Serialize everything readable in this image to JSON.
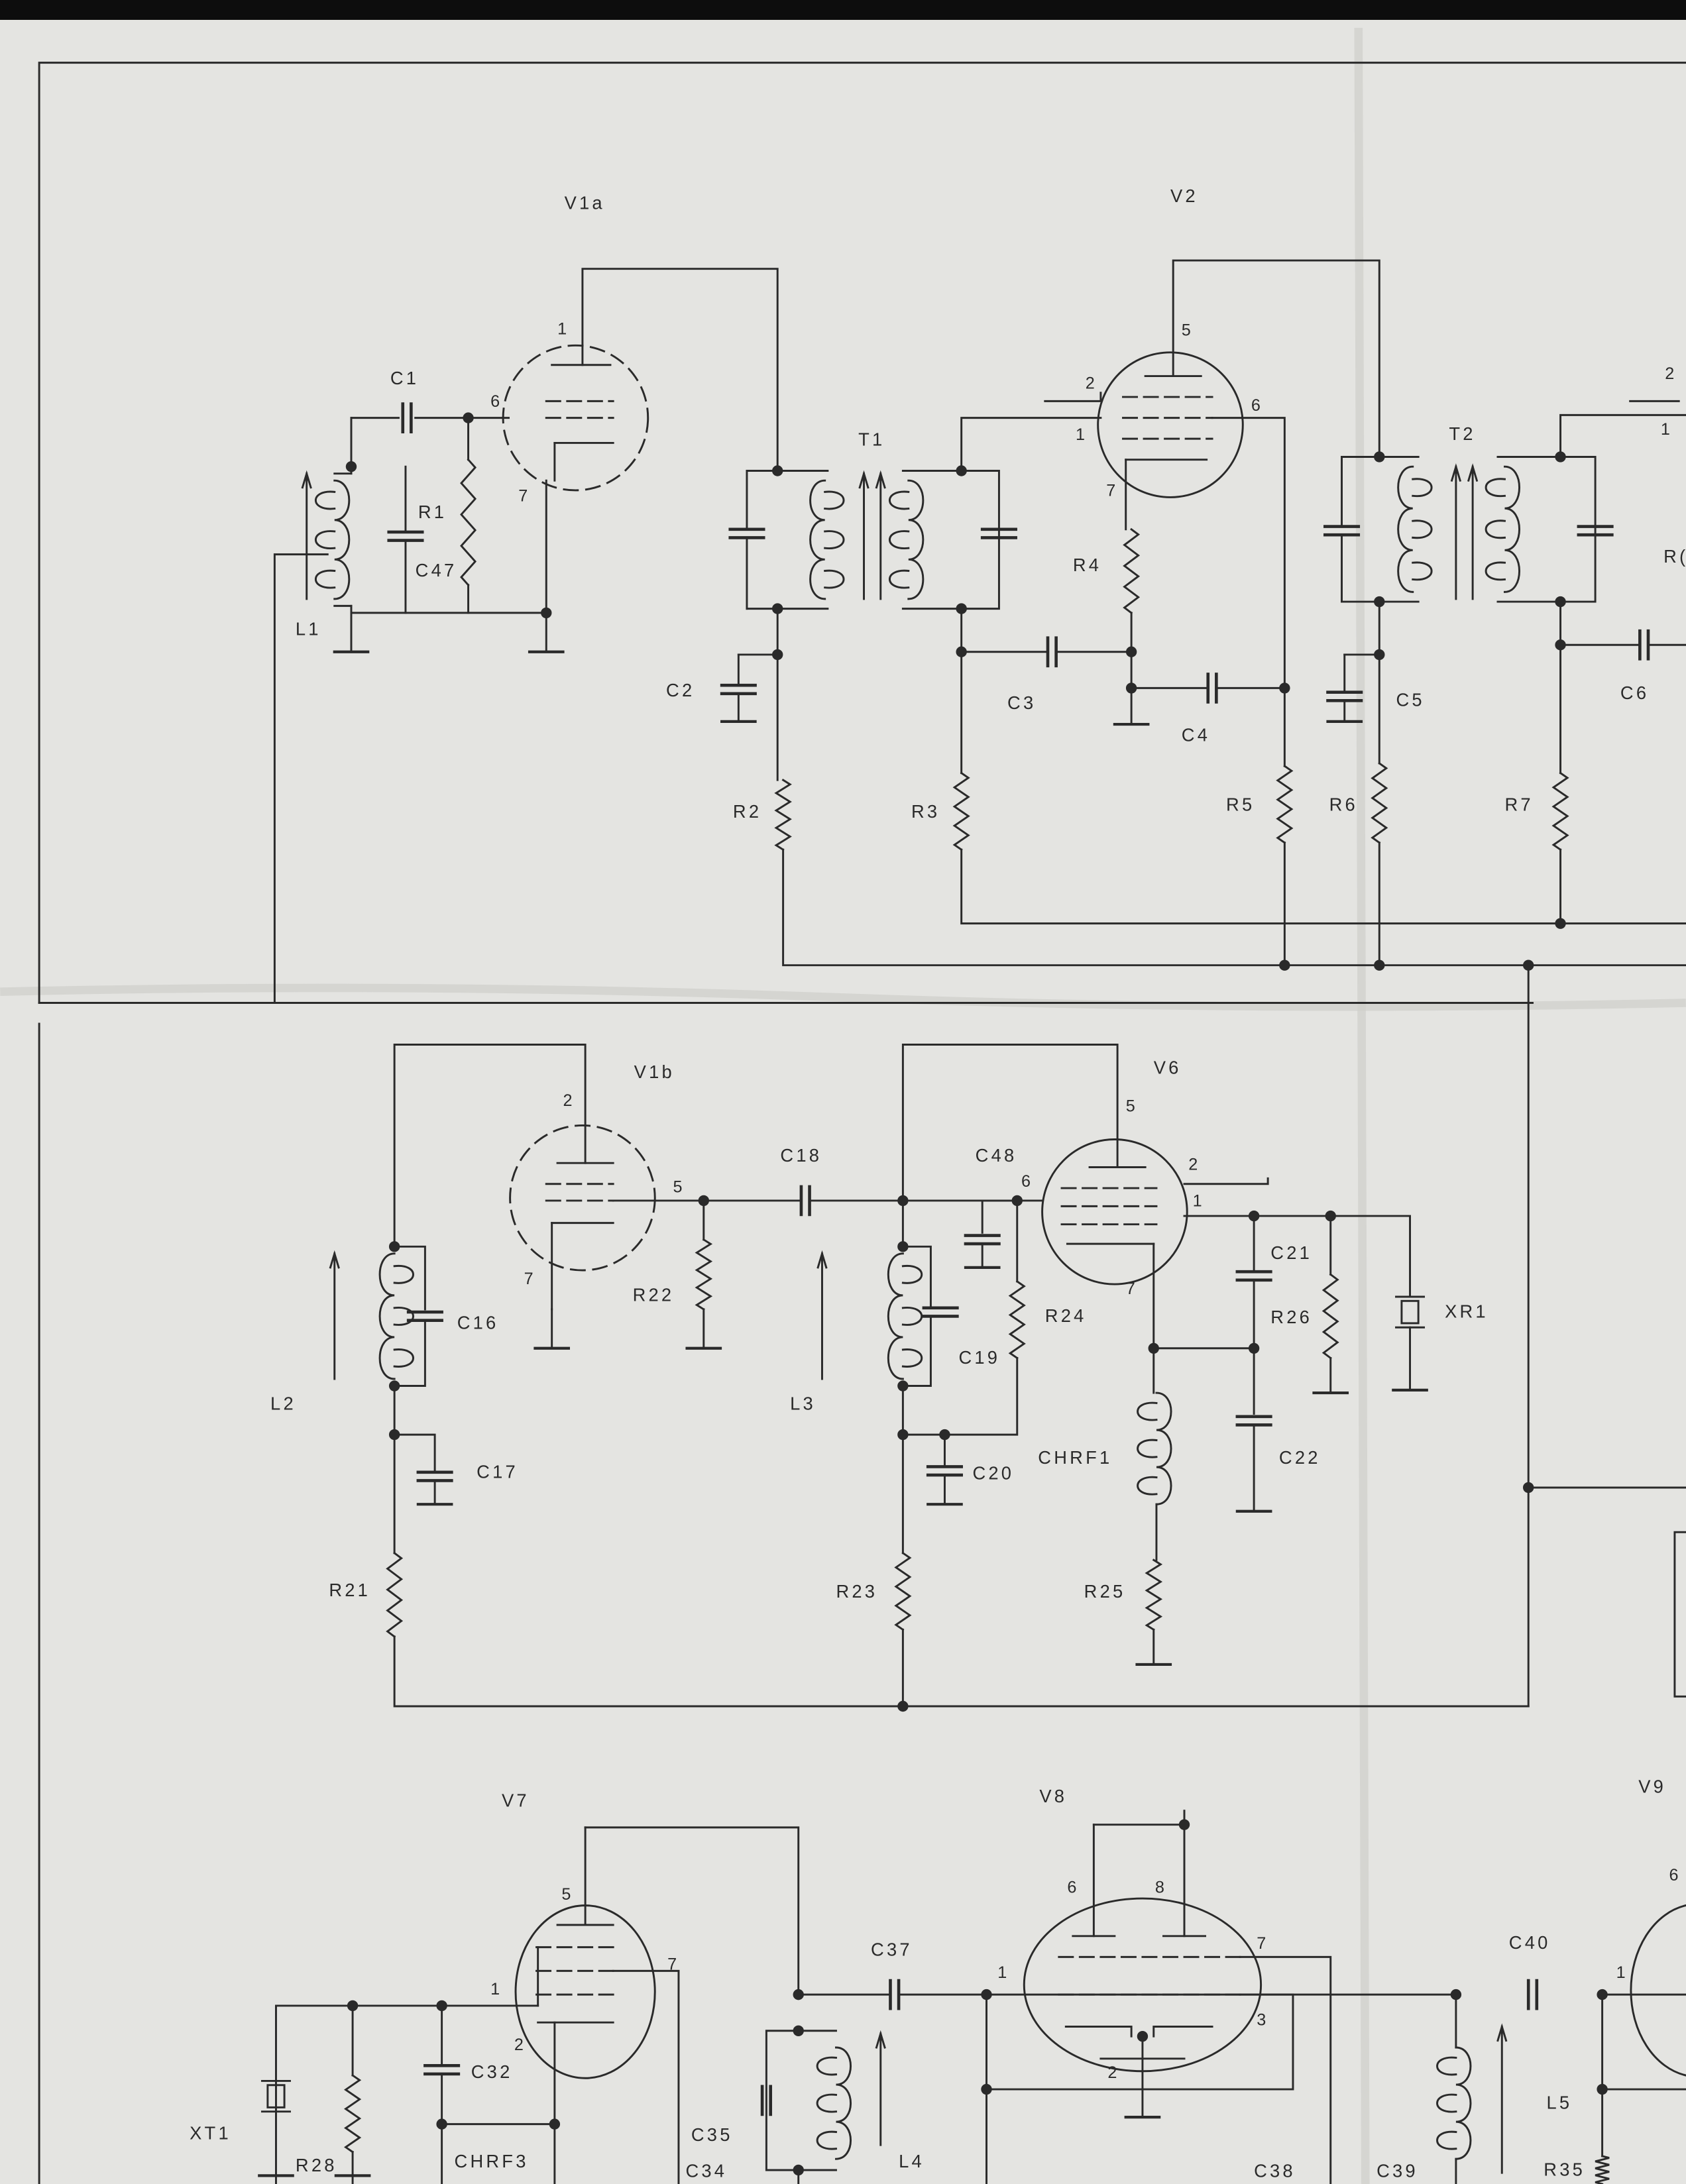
{
  "title": "Schematic diagram (partial scan)",
  "components": {
    "V1a": "V1a",
    "V2": "V2",
    "T1": "T1",
    "T2": "T2",
    "C1": "C1",
    "R1": "R1",
    "C47": "C47",
    "L1": "L1",
    "C2": "C2",
    "R2": "R2",
    "C3": "C3",
    "R3": "R3",
    "R4": "R4",
    "C4": "C4",
    "R5": "R5",
    "R6": "R6",
    "C5": "C5",
    "R7": "R7",
    "C6": "C6",
    "Rcut": "R(",
    "V1b": "V1b",
    "V6": "V6",
    "C18": "C18",
    "C48": "C48",
    "L2": "L2",
    "C16": "C16",
    "C17": "C17",
    "R21": "R21",
    "R22": "R22",
    "L3": "L3",
    "C19": "C19",
    "C20": "C20",
    "R23": "R23",
    "R24": "R24",
    "C21": "C21",
    "R26": "R26",
    "XR1": "XR1",
    "C22": "C22",
    "CHRF1": "CHRF1",
    "R25": "R25",
    "V7": "V7",
    "V8": "V8",
    "V9": "V9",
    "C37": "C37",
    "C40": "C40",
    "XT1": "XT1",
    "R28": "R28",
    "C32": "C32",
    "CHRF3": "CHRF3",
    "C35": "C35",
    "C34": "C34",
    "L4": "L4",
    "C38": "C38",
    "C39": "C39",
    "L5": "L5",
    "R35": "R35"
  },
  "pins": {
    "V1a": {
      "p1": "1",
      "p6": "6",
      "p7": "7"
    },
    "V2": {
      "p5": "5",
      "p2": "2",
      "p1": "1",
      "p6": "6",
      "p7": "7"
    },
    "V3": {
      "p2": "2",
      "p1": "1"
    },
    "V1b": {
      "p2": "2",
      "p5": "5",
      "p7": "7"
    },
    "V6": {
      "p5": "5",
      "p6": "6",
      "p2": "2",
      "p1": "1",
      "p7": "7"
    },
    "V7": {
      "p5": "5",
      "p1": "1",
      "p2": "2",
      "p7": "7"
    },
    "V8": {
      "p6": "6",
      "p8": "8",
      "p7": "7",
      "p1": "1",
      "p3": "3",
      "p2": "2"
    },
    "V9": {
      "p1": "1",
      "p6": "6"
    }
  }
}
